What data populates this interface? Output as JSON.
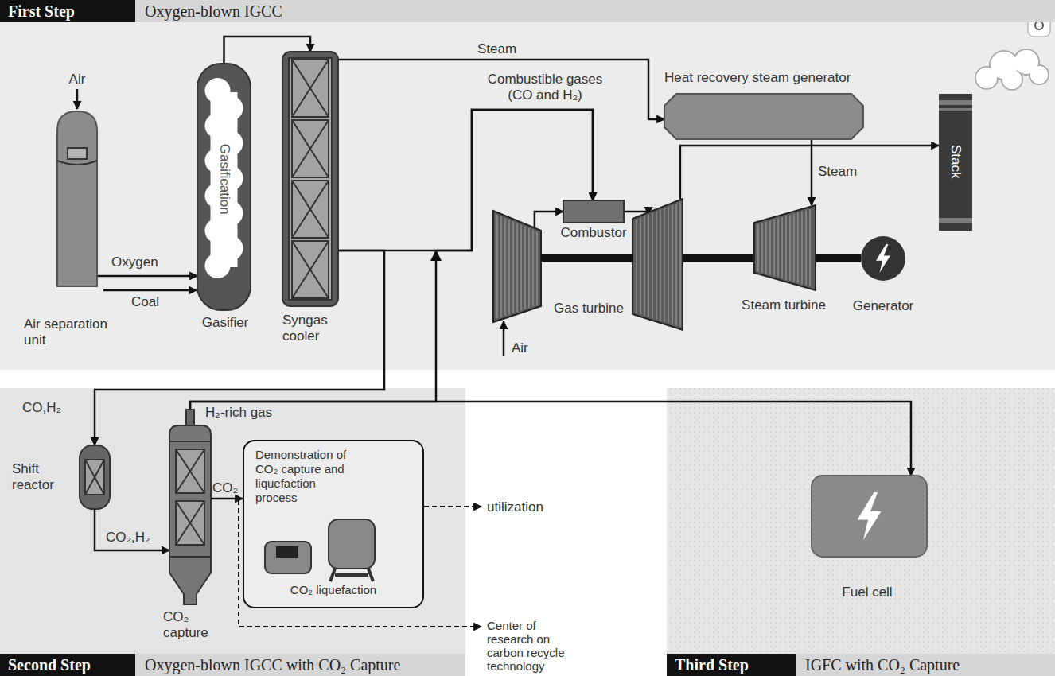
{
  "diagram": {
    "nodes": [
      {
        "text": [
          "First Step",
          "Oxygen-blown IGCC"
        ]
      },
      {
        "text": [
          "Air separation unit"
        ],
        "in": 0
      },
      {
        "text": [
          "Gasification",
          "Gasifier"
        ],
        "in": 0
      },
      {
        "text": [
          "Syngas cooler"
        ],
        "in": 0
      },
      {
        "text": [
          "Heat recovery steam generator"
        ],
        "in": 0
      },
      {
        "text": [
          "Stack"
        ],
        "in": 0
      },
      {
        "text": [
          "Combustor"
        ],
        "in": 0
      },
      {
        "text": [
          "Gas turbine"
        ],
        "in": 0
      },
      {
        "text": [
          "Steam turbine"
        ],
        "in": 0
      },
      {
        "text": [
          "Generator"
        ],
        "in": 0
      },
      {
        "text": [
          "Second Step",
          "Oxygen-blown IGCC with CO₂ Capture"
        ]
      },
      {
        "text": [
          "Shift reactor"
        ],
        "in": 10
      },
      {
        "text": [
          "CO₂ capture"
        ],
        "in": 10
      },
      {
        "text": [
          "Demonstration of CO₂ capture and liquefaction process",
          "CO₂ liquefaction"
        ],
        "in": 10
      },
      {
        "text": [
          "Third Step",
          "IGFC with CO₂ Capture"
        ]
      },
      {
        "text": [
          "Fuel cell"
        ],
        "in": 14
      }
    ],
    "edges": [
      {
        "from": 1,
        "to": 2,
        "label": "Oxygen",
        "arrow": "to"
      },
      {
        "from": 2,
        "to": 3,
        "arrow": "to"
      },
      {
        "from": 3,
        "to": 4,
        "label": "Steam",
        "arrow": "to"
      },
      {
        "from": 3,
        "to": 6,
        "label": "Combustible gases (CO and H₂)",
        "arrow": "to"
      },
      {
        "from": 7,
        "to": 6,
        "arrow": "to"
      },
      {
        "from": 6,
        "to": 7,
        "arrow": "to"
      },
      {
        "from": 7,
        "to": 5,
        "arrow": "to"
      },
      {
        "from": 4,
        "to": 8,
        "label": "Steam",
        "arrow": "to"
      },
      {
        "from": 7,
        "to": 8,
        "arrow": "none"
      },
      {
        "from": 8,
        "to": 9,
        "arrow": "none"
      },
      {
        "from": 3,
        "to": 11,
        "label": "CO,H₂",
        "arrow": "to"
      },
      {
        "from": 11,
        "to": 12,
        "label": "CO₂,H₂",
        "arrow": "to"
      },
      {
        "from": 12,
        "to": 6,
        "arrow": "to"
      },
      {
        "from": 12,
        "to": 15,
        "label": "H₂-rich gas",
        "arrow": "to"
      },
      {
        "from": 12,
        "to": 13,
        "label": "CO₂",
        "arrow": "to"
      }
    ],
    "labels": [
      "Air",
      "Coal",
      "Air",
      "utilization",
      "Center of research on carbon recycle technology"
    ]
  }
}
